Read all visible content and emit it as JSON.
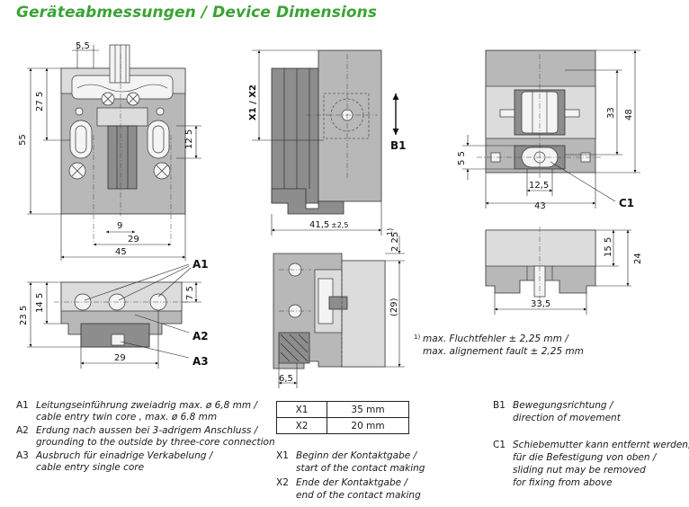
{
  "title": "Geräteabmessungen / Device Dimensions",
  "dimensions": {
    "d_5_5_top": "5,5",
    "d_27_5": "27 5",
    "d_55": "55",
    "d_12_5_left": "12 5",
    "d_9": "9",
    "d_29_top": "29",
    "d_45": "45",
    "d_7_5": "7 5",
    "d_14_5": "14 5",
    "d_23_5": "23 5",
    "d_29_bottom": "29",
    "d_41_5": "41,5",
    "d_41_5_tol": "±2,5",
    "d_2_25": "2 25",
    "d_2_25_sup": "1)",
    "d_29_paren": "(29)",
    "d_6_5": "6,5",
    "d_5_5_right": "5 5",
    "d_12_5_right": "12,5",
    "d_43": "43",
    "d_33": "33",
    "d_48": "48",
    "d_15_5": "15 5",
    "d_24": "24",
    "d_33_5": "33,5"
  },
  "labels": {
    "a1": "A1",
    "a2": "A2",
    "a3": "A3",
    "b1": "B1",
    "c1": "C1",
    "x1x2": "X1 / X2"
  },
  "legend_left": [
    {
      "key": "A1",
      "line1": "Leitungseinführung zweiadrig max. ø 6,8 mm /",
      "line2": "cable entry twin core , max. ø 6.8 mm"
    },
    {
      "key": "A2",
      "line1": "Erdung nach aussen bei 3-adrigem Anschluss /",
      "line2": "grounding to the outside by three-core connection"
    },
    {
      "key": "A3",
      "line1": "Ausbruch für einadrige Verkabelung /",
      "line2": "cable entry single core"
    }
  ],
  "table": [
    {
      "key": "X1",
      "value": "35 mm"
    },
    {
      "key": "X2",
      "value": "20 mm"
    }
  ],
  "legend_mid": [
    {
      "key": "X1",
      "line1": "Beginn der Kontaktgabe /",
      "line2": "start of the contact making"
    },
    {
      "key": "X2",
      "line1": "Ende der Kontaktgabe /",
      "line2": "end of the contact making"
    }
  ],
  "legend_right": [
    {
      "key": "B1",
      "line1": "Bewegungsrichtung /",
      "line2": "direction of movement"
    },
    {
      "key": "C1",
      "line1": "Schiebemutter kann entfernt werden,",
      "line2": "für die Befestigung von oben /",
      "line3": "sliding nut may be removed",
      "line4": "for fixing from above"
    }
  ],
  "note": {
    "marker": "1)",
    "line1": "max. Fluchtfehler ± 2,25 mm /",
    "line2": "max. alignement fault ± 2,25 mm"
  }
}
